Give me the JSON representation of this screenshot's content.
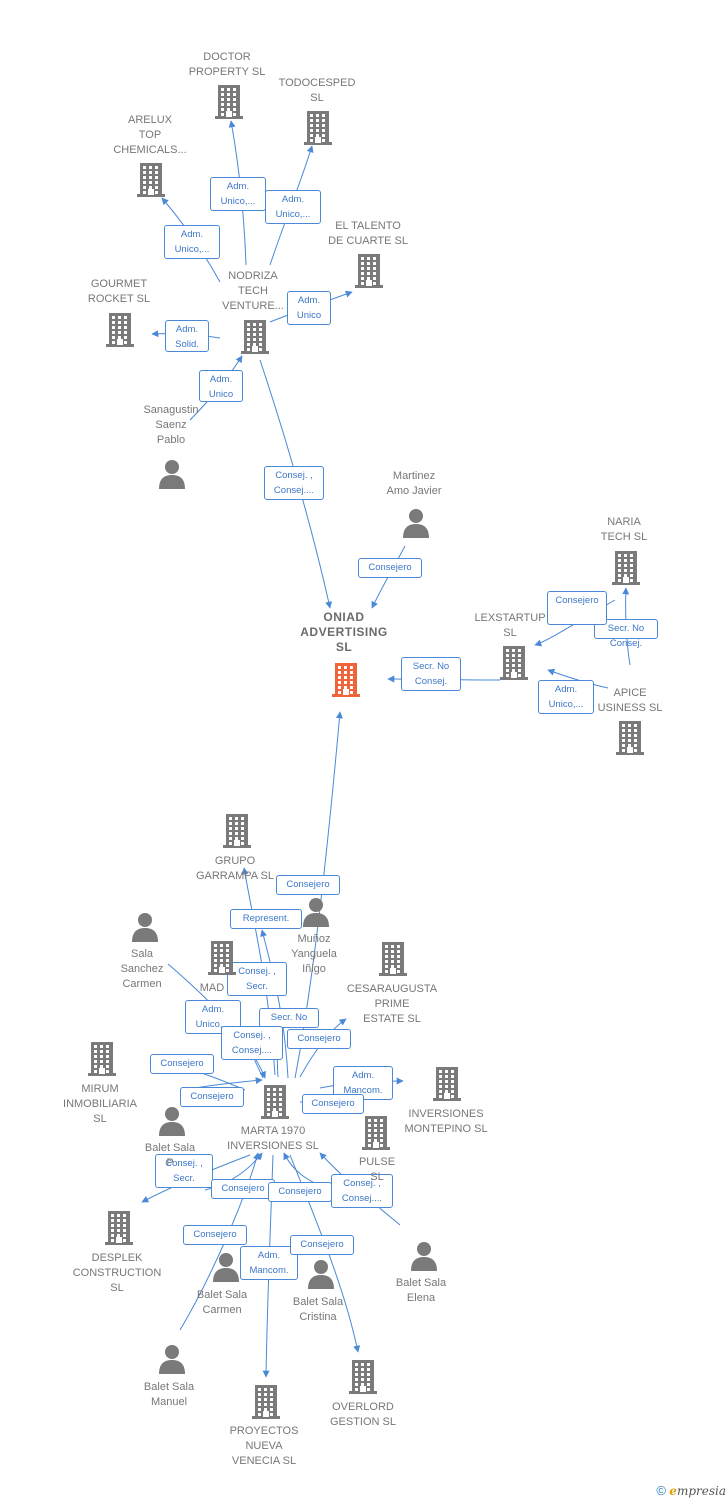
{
  "colors": {
    "edge": "#4a88d8",
    "node": "#7a7a7a",
    "main": "#f0643c"
  },
  "nodes": [
    {
      "id": "doctor",
      "label": "DOCTOR\nPROPERTY  SL",
      "type": "company"
    },
    {
      "id": "todocesped",
      "label": "TODOCESPED\nSL",
      "type": "company"
    },
    {
      "id": "arelux",
      "label": "ARELUX\nTOP\nCHEMICALS...",
      "type": "company"
    },
    {
      "id": "talento",
      "label": "EL TALENTO\nDE CUARTE  SL",
      "type": "company"
    },
    {
      "id": "gourmet",
      "label": "GOURMET\nROCKET  SL",
      "type": "company"
    },
    {
      "id": "nodriza",
      "label": "NODRIZA\nTECH\nVENTURE...",
      "type": "company"
    },
    {
      "id": "sanagustin",
      "label": "Sanagustin\nSaenz\nPablo",
      "type": "person"
    },
    {
      "id": "martinez",
      "label": "Martinez\nAmo Javier",
      "type": "person"
    },
    {
      "id": "oniad",
      "label": "ONIAD\nADVERTISING\nSL",
      "type": "main"
    },
    {
      "id": "naria",
      "label": "NARIA\nTECH  SL",
      "type": "company"
    },
    {
      "id": "lexstartup",
      "label": "LEXSTARTUP\nSL",
      "type": "company"
    },
    {
      "id": "apice",
      "label": "APICE\nUSINESS  SL",
      "type": "company"
    },
    {
      "id": "garrampa",
      "label": "GRUPO\nGARRAMPA SL",
      "type": "company"
    },
    {
      "id": "munoz",
      "label": "Muñoz\nYanguela\nIñigo",
      "type": "person"
    },
    {
      "id": "salasanchez",
      "label": "Sala\nSanchez\nCarmen",
      "type": "person"
    },
    {
      "id": "mad",
      "label": "MAD",
      "type": "company"
    },
    {
      "id": "cesaraugusta",
      "label": "CESARAUGUSTA\nPRIME\nESTATE  SL",
      "type": "company"
    },
    {
      "id": "mirum",
      "label": "MIRUM\nINMOBILIARIA\nSL",
      "type": "company"
    },
    {
      "id": "marta",
      "label": "MARTA 1970\nINVERSIONES SL",
      "type": "company"
    },
    {
      "id": "montepino",
      "label": "INVERSIONES\nMONTEPINO SL",
      "type": "company"
    },
    {
      "id": "pulse",
      "label": "PULSE\nSL",
      "type": "company"
    },
    {
      "id": "baletsalap",
      "label": "Balet Sala\nP",
      "type": "person"
    },
    {
      "id": "desplek",
      "label": "DESPLEK\nCONSTRUCTION\nSL",
      "type": "company"
    },
    {
      "id": "baletcarmen",
      "label": "Balet Sala\nCarmen",
      "type": "person"
    },
    {
      "id": "baletcristina",
      "label": "Balet Sala\nCristina",
      "type": "person"
    },
    {
      "id": "baletelena",
      "label": "Balet Sala\nElena",
      "type": "person"
    },
    {
      "id": "baletmanuel",
      "label": "Balet Sala\nManuel",
      "type": "person"
    },
    {
      "id": "proyectos",
      "label": "PROYECTOS\nNUEVA\nVENECIA  SL",
      "type": "company"
    },
    {
      "id": "overlord",
      "label": "OVERLORD\nGESTION  SL",
      "type": "company"
    }
  ],
  "edges": [
    {
      "label": "Adm.\nUnico,..."
    },
    {
      "label": "Adm.\nUnico,..."
    },
    {
      "label": "Adm.\nUnico,..."
    },
    {
      "label": "Adm.\nUnico"
    },
    {
      "label": "Adm.\nSolid."
    },
    {
      "label": "Adm.\nUnico"
    },
    {
      "label": "Consej. ,\nConsej...."
    },
    {
      "label": "Consejero"
    },
    {
      "label": "Secr.  No\nConsej."
    },
    {
      "label": "Secr.  No\nConsej."
    },
    {
      "label": "Consejero"
    },
    {
      "label": "Adm.\nUnico,..."
    },
    {
      "label": "Consejero"
    },
    {
      "label": "Represent."
    },
    {
      "label": "Consej. ,\nSecr."
    },
    {
      "label": "Adm.\nUnico,..."
    },
    {
      "label": "Secr.  No"
    },
    {
      "label": "Consejero"
    },
    {
      "label": "Consej. ,\nConsej...."
    },
    {
      "label": "Consejero"
    },
    {
      "label": "Consejero"
    },
    {
      "label": "Adm.\nMancom."
    },
    {
      "label": "Consejero"
    },
    {
      "label": "Consej. ,\nSecr."
    },
    {
      "label": "Consejero"
    },
    {
      "label": "Consejero"
    },
    {
      "label": "Consej. ,\nConsej...."
    },
    {
      "label": "Consejero"
    },
    {
      "label": "Adm.\nMancom."
    },
    {
      "label": "Consejero"
    }
  ],
  "footer": {
    "copyright": "©",
    "brand_first": "e",
    "brand_rest": "mpresia"
  }
}
